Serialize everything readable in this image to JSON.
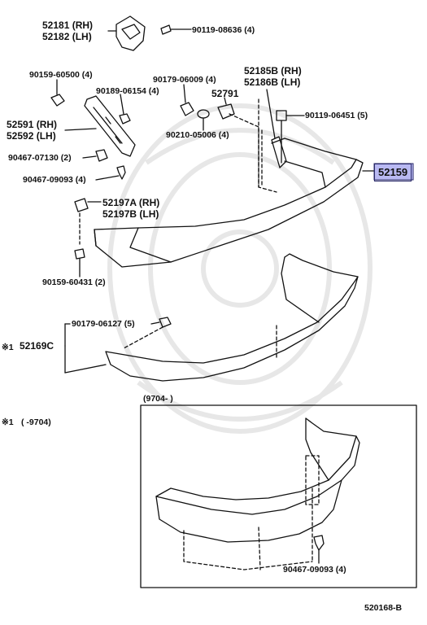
{
  "highlight_color": "#b9b9f2",
  "ink_color": "#111111",
  "callout": "52159",
  "labels": {
    "p52181": "52181 (RH)",
    "p52182": "52182 (LH)",
    "p90119_08636": "90119-08636 (4)",
    "p90159_60500": "90159-60500 (4)",
    "p90179_06009": "90179-06009 (4)",
    "p52185b": "52185B (RH)",
    "p52186b": "52186B (LH)",
    "p90189_06154": "90189-06154 (4)",
    "p52791": "52791",
    "p90119_06451": "90119-06451 (5)",
    "p52591": "52591 (RH)",
    "p52592": "52592 (LH)",
    "p90210_05006": "90210-05006 (4)",
    "p90467_07130": "90467-07130 (2)",
    "p90467_09093": "90467-09093 (4)",
    "p52197a": "52197A (RH)",
    "p52197b": "52197B (LH)",
    "p90159_60431": "90159-60431 (2)",
    "p90179_06127": "90179-06127 (5)",
    "p52169c": "52169C",
    "note_mark": "※1",
    "note_range": "(      -9704)",
    "box_range": "(9704-        )",
    "p90467_09093_box": "90467-09093 (4)",
    "diagram_id": "520168-B"
  }
}
